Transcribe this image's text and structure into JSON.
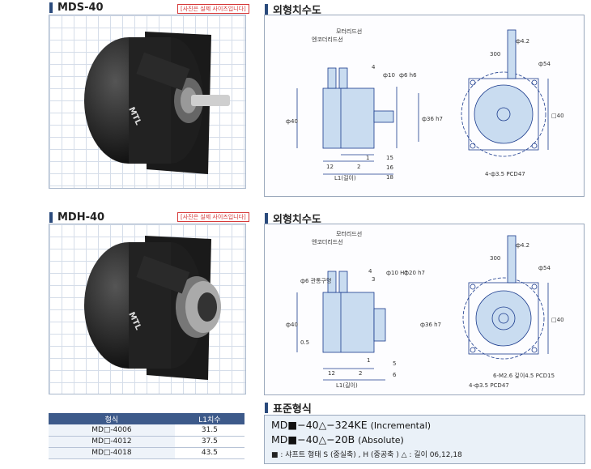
{
  "products": [
    {
      "name": "MDS-40",
      "photo_note": "[사진은 실제 사이즈입니다]",
      "logo_text": "MTL"
    },
    {
      "name": "MDH-40",
      "photo_note": "[사진은 실제 사이즈입니다]",
      "logo_text": "MTL"
    }
  ],
  "drawings": [
    {
      "title": "외형치수도",
      "labels": {
        "motor_lead": "모터리드선",
        "encoder_lead": "엔코더리드선",
        "d40": "ф40",
        "d10": "ф10",
        "d6h6": "ф6 h6",
        "d36h7": "ф36 h7",
        "dim4": "4",
        "dim1": "1",
        "dim2": "2",
        "dim12": "12",
        "dim15": "15",
        "dim16": "16",
        "dim18": "18",
        "l1": "L1(길이)",
        "d4_2": "ф4.2",
        "d300": "300",
        "d54": "ф54",
        "sq40": "□40",
        "pcd": "4-ф3.5 PCD47"
      }
    },
    {
      "title": "외형치수도",
      "labels": {
        "motor_lead": "모터리드선",
        "encoder_lead": "엔코더리드선",
        "d40": "ф40",
        "d6hole": "ф6 관통구멍",
        "d10h7": "ф10 H7",
        "d20h7": "ф20 h7",
        "d36h7": "ф36 h7",
        "dim4": "4",
        "dim3": "3",
        "dim05": "0.5",
        "dim1": "1",
        "dim2": "2",
        "dim5": "5",
        "dim6": "6",
        "dim12": "12",
        "l1": "L1(길이)",
        "d4_2": "ф4.2",
        "d300": "300",
        "d54": "ф54",
        "sq40": "□40",
        "m26": "6-M2.6 깊이4.5 PCD15",
        "pcd": "4-ф3.5 PCD47"
      }
    }
  ],
  "spec_table": {
    "headers": [
      "형식",
      "L1치수"
    ],
    "rows": [
      [
        "MD□-4006",
        "31.5"
      ],
      [
        "MD□-4012",
        "37.5"
      ],
      [
        "MD□-4018",
        "43.5"
      ]
    ]
  },
  "standard": {
    "title": "표준형식",
    "model_incremental_code": "MD■−40△−324KE",
    "model_incremental_type": "(Incremental)",
    "model_absolute_code": "MD■−40△−20B",
    "model_absolute_type": "(Absolute)",
    "note": "■ : 샤프트 형태  S (중실축) , H (중공축 )    △ : 길이   06,12,18"
  },
  "colors": {
    "accent": "#2a4a7c",
    "table_header": "#3d5a8a",
    "note_red": "#d63a3a",
    "drawing_line": "#1a3a8c",
    "drawing_fill": "#c9dcf0"
  }
}
